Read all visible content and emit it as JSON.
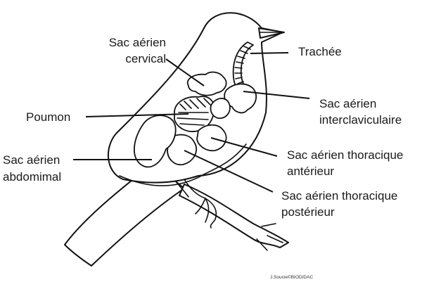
{
  "labels": {
    "cervical_line1": "Sac aérien",
    "cervical_line2": "cervical",
    "trachea": "Trachée",
    "interclav_line1": "Sac aérien",
    "interclav_line2": "interclaviculaire",
    "lung": "Poumon",
    "thor_ant_line1": "Sac aérien thoracique",
    "thor_ant_line2": "antérieur",
    "abdominal_line1": "Sac aérien",
    "abdominal_line2": "abdomimal",
    "thor_post_line1": "Sac aérien thoracique",
    "thor_post_line2": "postérieur"
  },
  "credit": "J.Soucie©BIODIDAC"
}
